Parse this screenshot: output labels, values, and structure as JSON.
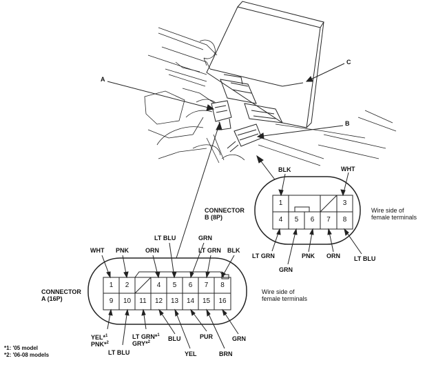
{
  "callouts": {
    "a": "A",
    "b": "B",
    "c": "C"
  },
  "connector_b": {
    "title_line1": "CONNECTOR",
    "title_line2": "B (8P)",
    "side_note_line1": "Wire side of",
    "side_note_line2": "female terminals",
    "pins": [
      "1",
      "3",
      "4",
      "5",
      "6",
      "7",
      "8"
    ],
    "wires": {
      "top_left": "BLK",
      "top_right": "WHT",
      "lt_grn": "LT GRN",
      "grn": "GRN",
      "pnk": "PNK",
      "orn": "ORN",
      "lt_blu": "LT BLU"
    }
  },
  "connector_a": {
    "title_line1": "CONNECTOR",
    "title_line2": "A (16P)",
    "side_note_line1": "Wire side of",
    "side_note_line2": "female terminals",
    "pins_top": [
      "1",
      "2",
      "4",
      "5",
      "6",
      "7",
      "8"
    ],
    "pins_bottom": [
      "9",
      "10",
      "11",
      "12",
      "13",
      "14",
      "15",
      "16"
    ],
    "wires": {
      "wht": "WHT",
      "pnk": "PNK",
      "orn": "ORN",
      "lt_blu_top": "LT BLU",
      "grn_top": "GRN",
      "lt_grn_top": "LT GRN",
      "blk": "BLK",
      "yel_a": "YEL*",
      "yel_a_sup": "1",
      "pnk_b": "PNK*",
      "pnk_b_sup": "2",
      "lt_grn_a": "LT GRN*",
      "lt_grn_a_sup": "1",
      "gry_b": "GRY*",
      "gry_b_sup": "2",
      "lt_blu_bottom": "LT BLU",
      "blu": "BLU",
      "yel": "YEL",
      "pur": "PUR",
      "brn": "BRN",
      "grn_bottom": "GRN"
    }
  },
  "footnotes": {
    "note1": "*1: '05 model",
    "note2": "*2: '06-08 models"
  }
}
